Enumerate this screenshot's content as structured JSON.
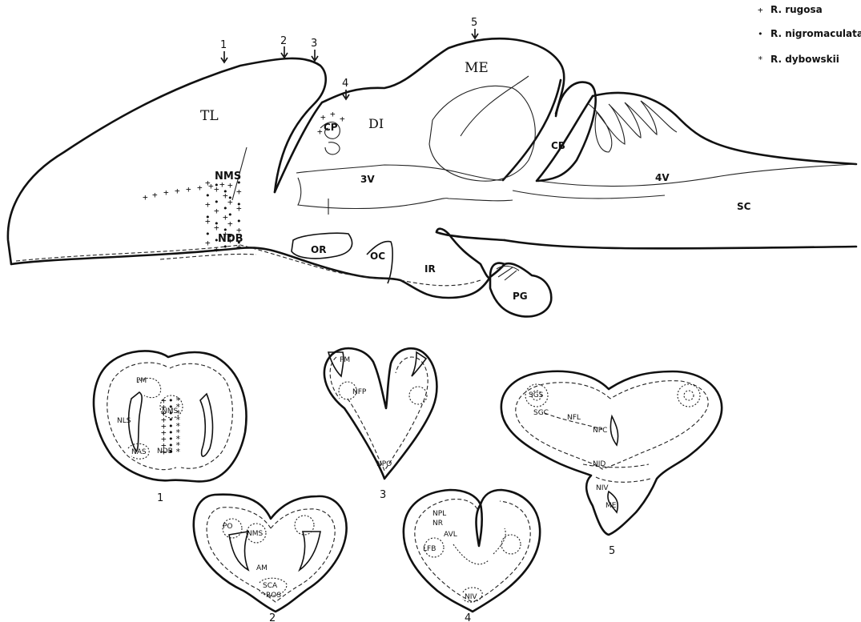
{
  "legend": [
    {
      "symbol": "+",
      "label": "R. rugosa"
    },
    {
      "symbol": "•",
      "label": "R. nigromaculata"
    },
    {
      "symbol": "*",
      "label": "R. dybowskii"
    }
  ],
  "sagittal": {
    "section_marks": [
      "1",
      "2",
      "3",
      "4",
      "5"
    ],
    "regions": {
      "tl": "TL",
      "me": "ME",
      "di": "DI",
      "cp": "CP",
      "cb": "CB",
      "nms": "NMS",
      "ndb": "NDB",
      "v3": "3V",
      "v4": "4V",
      "sc": "SC",
      "or": "OR",
      "oc": "OC",
      "ir": "IR",
      "pg": "PG"
    }
  },
  "sections": {
    "s1": {
      "number": "1",
      "labels": {
        "pm": "PM",
        "nms": "NMS",
        "nls": "NLS",
        "nas": "NAS",
        "ndb": "NDB"
      }
    },
    "s2": {
      "number": "2",
      "labels": {
        "po": "PO",
        "nms": "NMS",
        "am": "AM",
        "sca": "SCA",
        "ros": "ROS"
      }
    },
    "s3": {
      "number": "3",
      "labels": {
        "pm": "PM",
        "nfp": "NFP",
        "npo": "NPO"
      }
    },
    "s4": {
      "number": "4",
      "labels": {
        "npl": "NPL",
        "nr": "NR",
        "avl": "AVL",
        "lfb": "LFB",
        "niv": "NIV"
      }
    },
    "s5": {
      "number": "5",
      "labels": {
        "sgs": "SGS",
        "sgc": "SGC",
        "nfl": "NFL",
        "npc": "NPC",
        "nid": "NID",
        "niv": "NIV",
        "me": "ME"
      }
    }
  }
}
